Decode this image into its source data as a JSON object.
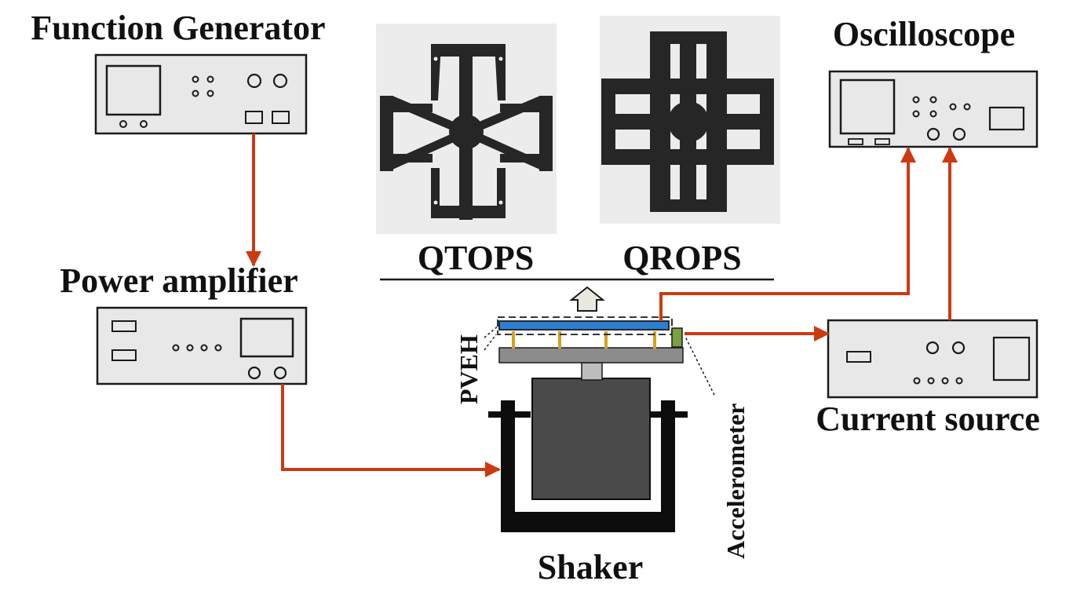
{
  "labels": {
    "function_generator": "Function Generator",
    "power_amplifier": "Power amplifier",
    "oscilloscope": "Oscilloscope",
    "current_source": "Current source",
    "shaker": "Shaker",
    "pveh": "PVEH",
    "accelerometer": "Accelerometer",
    "qtops": "QTOPS",
    "qrops": "QROPS"
  },
  "colors": {
    "device_fill": "#e8e8e8",
    "device_stroke": "#1a1a1a",
    "arrow": "#cc3a12",
    "plate_blue": "#2e7fd0",
    "base_gray": "#8c8c8c",
    "shaker_body": "#4a4a4a",
    "frame_black": "#0d0d0d",
    "post_gold": "#d4a020",
    "accelerometer_green": "#7aa040",
    "photo_bg": "#ececec",
    "sample_dark": "#262626"
  }
}
